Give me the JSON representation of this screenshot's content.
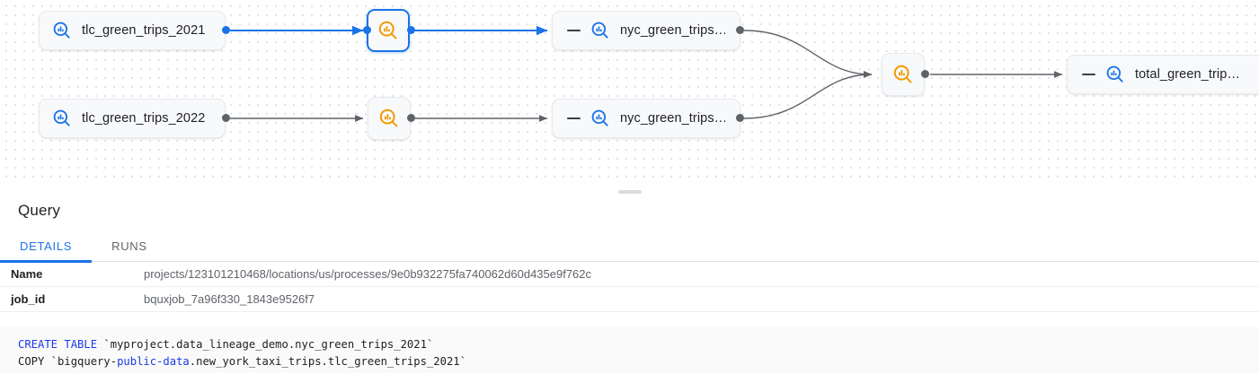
{
  "graph": {
    "nodes": [
      {
        "id": "tlc2021",
        "kind": "table",
        "label": "tlc_green_trips_2021",
        "icon": "bigquery-table-icon",
        "collapsible": false,
        "selected": false
      },
      {
        "id": "proc1",
        "kind": "process",
        "label": "",
        "icon": "bigquery-process-icon",
        "collapsible": false,
        "selected": true
      },
      {
        "id": "nyc2021",
        "kind": "table",
        "label": "nyc_green_trips…",
        "icon": "bigquery-table-icon",
        "collapsible": true,
        "selected": false
      },
      {
        "id": "tlc2022",
        "kind": "table",
        "label": "tlc_green_trips_2022",
        "icon": "bigquery-table-icon",
        "collapsible": false,
        "selected": false
      },
      {
        "id": "proc2",
        "kind": "process",
        "label": "",
        "icon": "bigquery-process-icon",
        "collapsible": false,
        "selected": false
      },
      {
        "id": "nyc2022",
        "kind": "table",
        "label": "nyc_green_trips…",
        "icon": "bigquery-table-icon",
        "collapsible": true,
        "selected": false
      },
      {
        "id": "proc3",
        "kind": "process",
        "label": "",
        "icon": "bigquery-process-icon",
        "collapsible": false,
        "selected": false
      },
      {
        "id": "total",
        "kind": "table",
        "label": "total_green_trip…",
        "icon": "bigquery-table-icon",
        "collapsible": true,
        "selected": false
      }
    ],
    "edges": [
      {
        "from": "tlc2021",
        "to": "proc1",
        "highlighted": true
      },
      {
        "from": "proc1",
        "to": "nyc2021",
        "highlighted": true
      },
      {
        "from": "tlc2022",
        "to": "proc2",
        "highlighted": false
      },
      {
        "from": "proc2",
        "to": "nyc2022",
        "highlighted": false
      },
      {
        "from": "nyc2021",
        "to": "proc3",
        "highlighted": false
      },
      {
        "from": "nyc2022",
        "to": "proc3",
        "highlighted": false
      },
      {
        "from": "proc3",
        "to": "total",
        "highlighted": false
      }
    ],
    "colors": {
      "edge_default": "#5f6368",
      "edge_highlighted": "#1a73e8",
      "table_icon": "#1a73e8",
      "process_icon": "#f29900",
      "selection": "#1a73e8"
    }
  },
  "splitter": {
    "name": "panel-resize-handle"
  },
  "details": {
    "title": "Query",
    "tabs": [
      {
        "id": "details",
        "label": "DETAILS",
        "active": true
      },
      {
        "id": "runs",
        "label": "RUNS",
        "active": false
      }
    ],
    "properties": [
      {
        "key": "Name",
        "value": "projects/123101210468/locations/us/processes/9e0b932275fa740062d60d435e9f762c"
      },
      {
        "key": "job_id",
        "value": "bquxjob_7a96f330_1843e9526f7"
      }
    ],
    "sql": {
      "line1_keyword": "CREATE TABLE",
      "line1_rest": " `myproject.data_lineage_demo.nyc_green_trips_2021`",
      "line2_prefix": "COPY `bigquery-",
      "line2_keyword": "public-data",
      "line2_rest": ".new_york_taxi_trips.tlc_green_trips_2021`"
    }
  }
}
